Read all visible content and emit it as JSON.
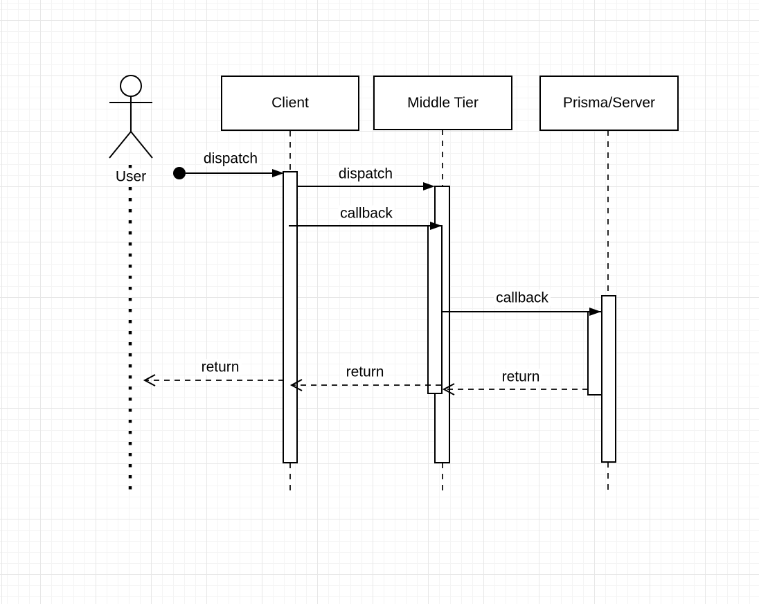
{
  "diagram": {
    "kind": "uml-sequence-diagram",
    "participants": [
      {
        "id": "user",
        "label": "User",
        "representation": "actor-stick-figure"
      },
      {
        "id": "client",
        "label": "Client",
        "representation": "box"
      },
      {
        "id": "middle_tier",
        "label": "Middle Tier",
        "representation": "box"
      },
      {
        "id": "prisma_server",
        "label": "Prisma/Server",
        "representation": "box"
      }
    ],
    "messages": [
      {
        "label": "dispatch",
        "from": "user",
        "to": "client",
        "line": "solid",
        "arrow": "filled"
      },
      {
        "label": "dispatch",
        "from": "client",
        "to": "middle_tier",
        "line": "solid",
        "arrow": "filled"
      },
      {
        "label": "callback",
        "from": "client",
        "to": "middle_tier",
        "line": "solid",
        "arrow": "filled"
      },
      {
        "label": "callback",
        "from": "middle_tier",
        "to": "prisma_server",
        "line": "solid",
        "arrow": "filled"
      },
      {
        "label": "return",
        "from": "prisma_server",
        "to": "middle_tier",
        "line": "dashed",
        "arrow": "open"
      },
      {
        "label": "return",
        "from": "middle_tier",
        "to": "client",
        "line": "dashed",
        "arrow": "open"
      },
      {
        "label": "return",
        "from": "client",
        "to": "user",
        "line": "dashed",
        "arrow": "open"
      }
    ],
    "colors": {
      "stroke": "#000000",
      "shape_fill": "#ffffff",
      "background": "#ffffff",
      "grid_minor": "#f4f4f4",
      "grid_major": "#e7e7e7"
    }
  }
}
